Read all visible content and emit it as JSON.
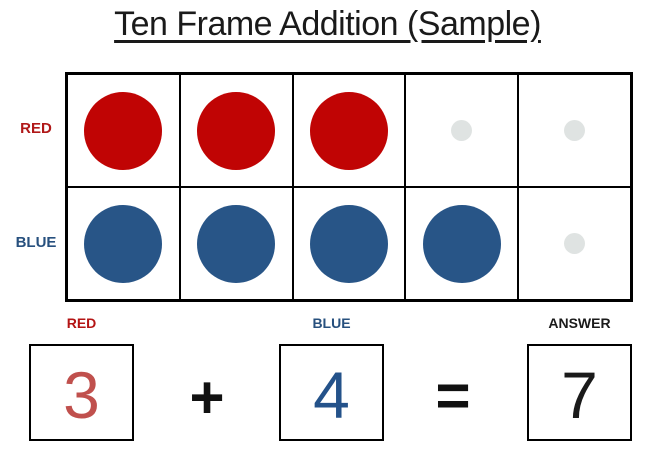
{
  "title": "Ten Frame Addition (Sample)",
  "ten_frame": {
    "columns": 5,
    "empty_dot_color": "#dfe3e2",
    "rows": [
      {
        "id": "red",
        "label": "RED",
        "label_color": "#b01818",
        "counter_color": "#c00404",
        "filled_count": 3
      },
      {
        "id": "blue",
        "label": "BLUE",
        "label_color": "#27507e",
        "counter_color": "#285587",
        "filled_count": 4
      }
    ]
  },
  "equation": {
    "plus_sign": "+",
    "equals_sign": "=",
    "terms": [
      {
        "id": "red-addend",
        "label": "RED",
        "label_color": "#b41414",
        "value": "3",
        "value_color": "#c0504d"
      },
      {
        "id": "blue-addend",
        "label": "BLUE",
        "label_color": "#27507e",
        "value": "4",
        "value_color": "#24528a"
      },
      {
        "id": "answer",
        "label": "ANSWER",
        "label_color": "#1a1a1a",
        "value": "7",
        "value_color": "#1a1a1a"
      }
    ]
  }
}
